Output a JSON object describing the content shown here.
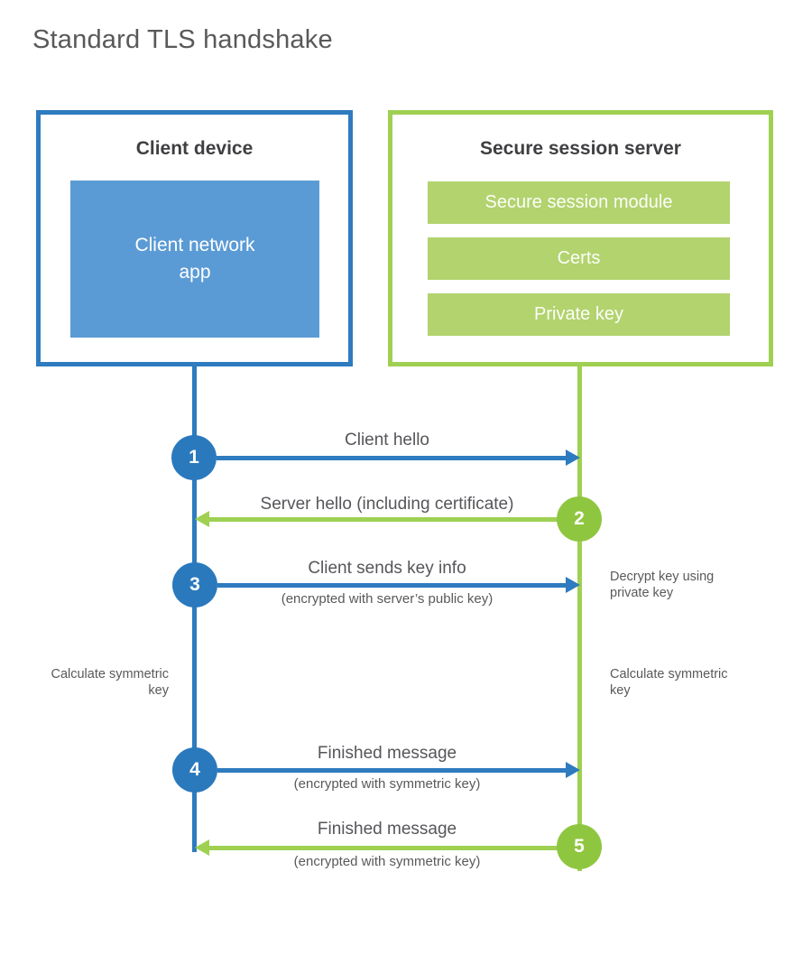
{
  "title": "Standard TLS handshake",
  "colors": {
    "blue_stroke": "#2e7bbf",
    "blue_fill": "#5b9bd5",
    "blue_circle": "#2a79bd",
    "green_stroke": "#9fd052",
    "green_fill": "#b2d36e",
    "green_circle": "#8fc640",
    "header_text": "#3f3f42",
    "label_text": "#58595b",
    "title_text": "#595959"
  },
  "client": {
    "header": "Client device",
    "app_label": "Client network app"
  },
  "server": {
    "header": "Secure session server",
    "modules": [
      "Secure session module",
      "Certs",
      "Private key"
    ]
  },
  "steps": [
    {
      "number": "1",
      "label": "Client hello",
      "sublabel": "",
      "direction": "right"
    },
    {
      "number": "2",
      "label": "Server hello (including certificate)",
      "sublabel": "",
      "direction": "left"
    },
    {
      "number": "3",
      "label": "Client sends key info",
      "sublabel": "(encrypted with server’s public key)",
      "direction": "right"
    },
    {
      "number": "4",
      "label": "Finished message",
      "sublabel": "(encrypted with symmetric key)",
      "direction": "right"
    },
    {
      "number": "5",
      "label": "Finished message",
      "sublabel": "(encrypted with symmetric key)",
      "direction": "left"
    }
  ],
  "notes": {
    "decrypt": "Decrypt key using private key",
    "calc_left": "Calculate symmetric key",
    "calc_right": "Calculate symmetric key"
  }
}
